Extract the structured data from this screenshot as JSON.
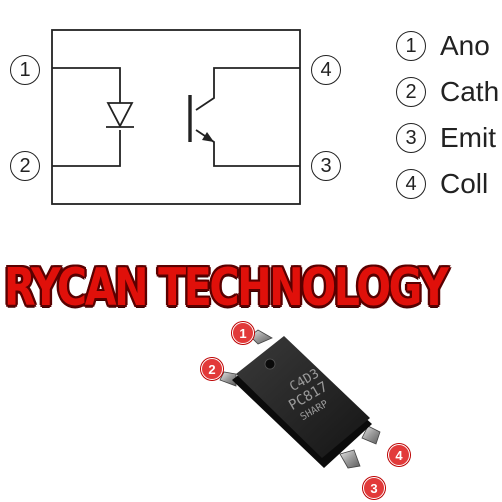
{
  "schematic": {
    "pins": [
      {
        "number": "1",
        "side": "left",
        "row": "top"
      },
      {
        "number": "2",
        "side": "left",
        "row": "bottom"
      },
      {
        "number": "3",
        "side": "right",
        "row": "bottom"
      },
      {
        "number": "4",
        "side": "right",
        "row": "top"
      }
    ]
  },
  "legend": {
    "items": [
      {
        "number": "1",
        "label": "Ano"
      },
      {
        "number": "2",
        "label": "Cath"
      },
      {
        "number": "3",
        "label": "Emit"
      },
      {
        "number": "4",
        "label": "Coll"
      }
    ]
  },
  "banner": {
    "text": "RYCAN TECHNOLOGY",
    "color": "#e0100a"
  },
  "chip": {
    "marking": [
      "C4D3",
      "PC817",
      "SHARP"
    ],
    "pin_badges": [
      "1",
      "2",
      "4",
      "3"
    ],
    "badge_color": "#e23a3a"
  }
}
